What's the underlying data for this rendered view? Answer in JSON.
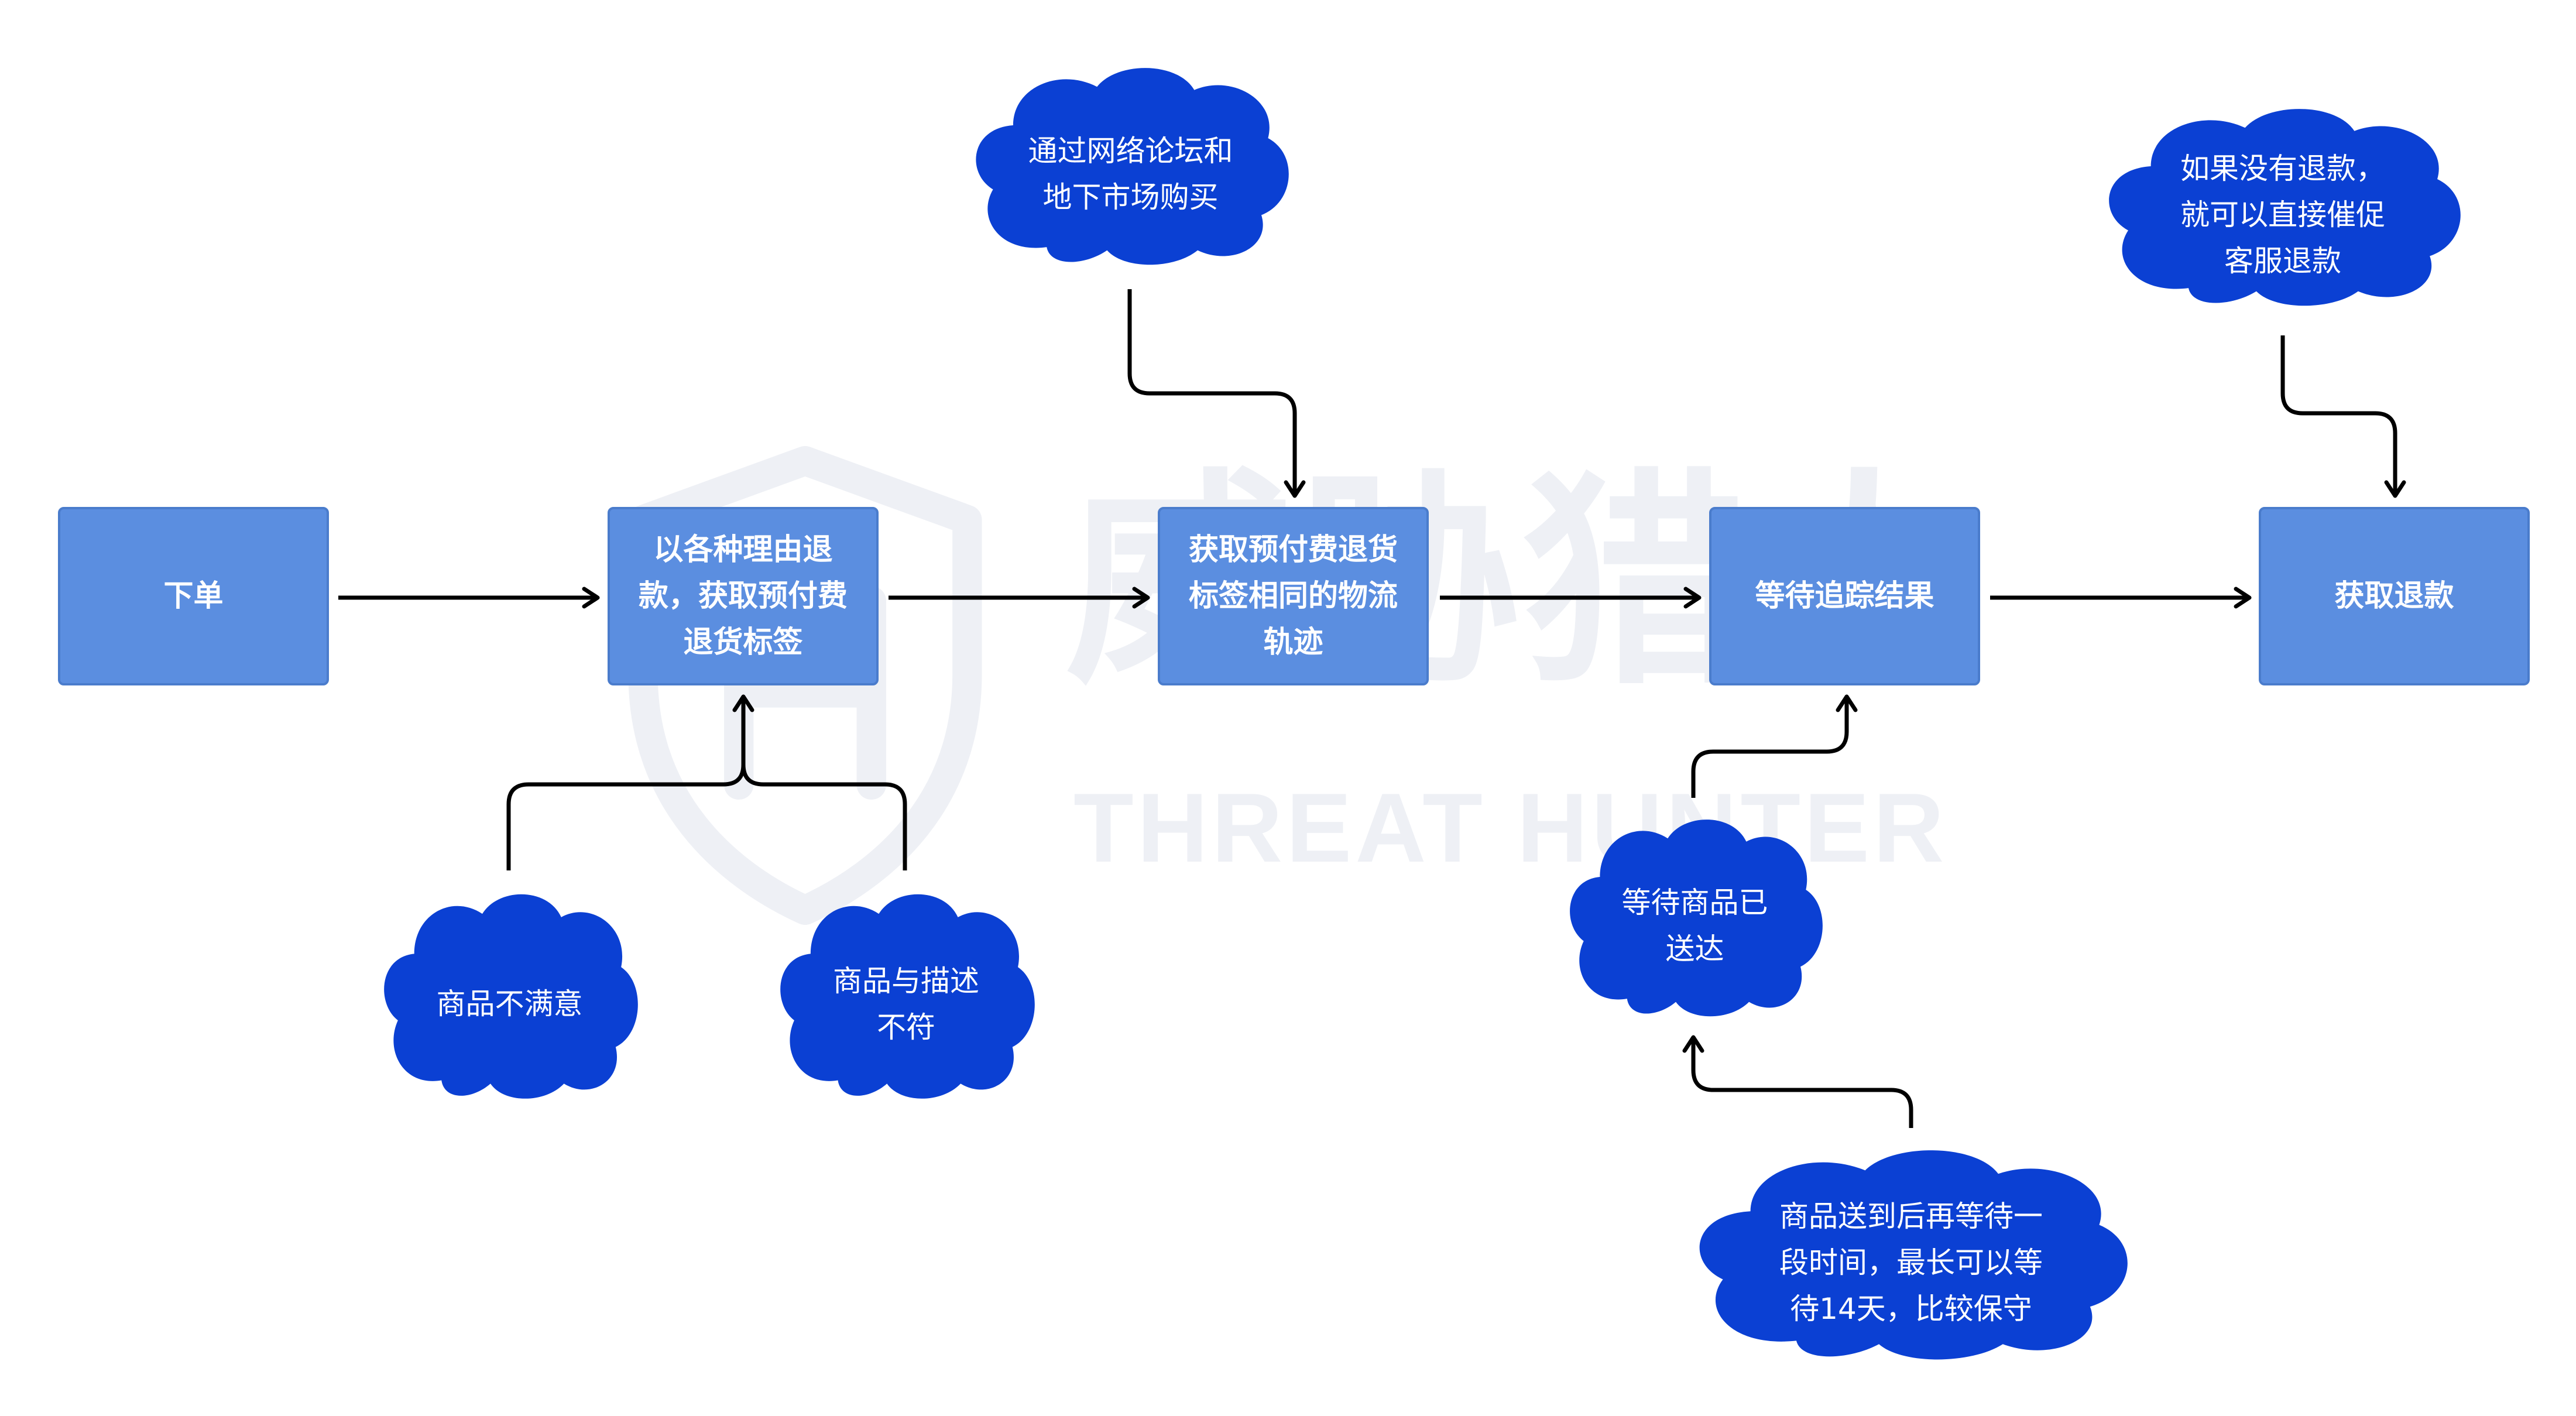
{
  "colors": {
    "box_fill": "#5b8ee0",
    "box_border": "#4a7ccc",
    "cloud_fill": "#0b40d3",
    "arrow": "#000000",
    "watermark": "#eef0f5"
  },
  "steps": [
    {
      "lines": [
        "下单"
      ]
    },
    {
      "lines": [
        "以各种理由退",
        "款，获取预付费",
        "退货标签"
      ]
    },
    {
      "lines": [
        "获取预付费退货",
        "标签相同的物流",
        "轨迹"
      ]
    },
    {
      "lines": [
        "等待追踪结果"
      ]
    },
    {
      "lines": [
        "获取退款"
      ]
    }
  ],
  "notes": [
    {
      "lines": [
        "通过网络论坛和",
        "地下市场购买"
      ]
    },
    {
      "lines": [
        "如果没有退款，",
        "就可以直接催促",
        "客服退款"
      ]
    },
    {
      "lines": [
        "商品不满意"
      ]
    },
    {
      "lines": [
        "商品与描述",
        "不符"
      ]
    },
    {
      "lines": [
        "等待商品已",
        "送达"
      ]
    },
    {
      "lines": [
        "商品送到后再等待一",
        "段时间，最长可以等",
        "待14天，比较保守"
      ]
    }
  ],
  "watermark": {
    "title": "威胁猎人",
    "subtitle": "THREAT HUNTER"
  }
}
